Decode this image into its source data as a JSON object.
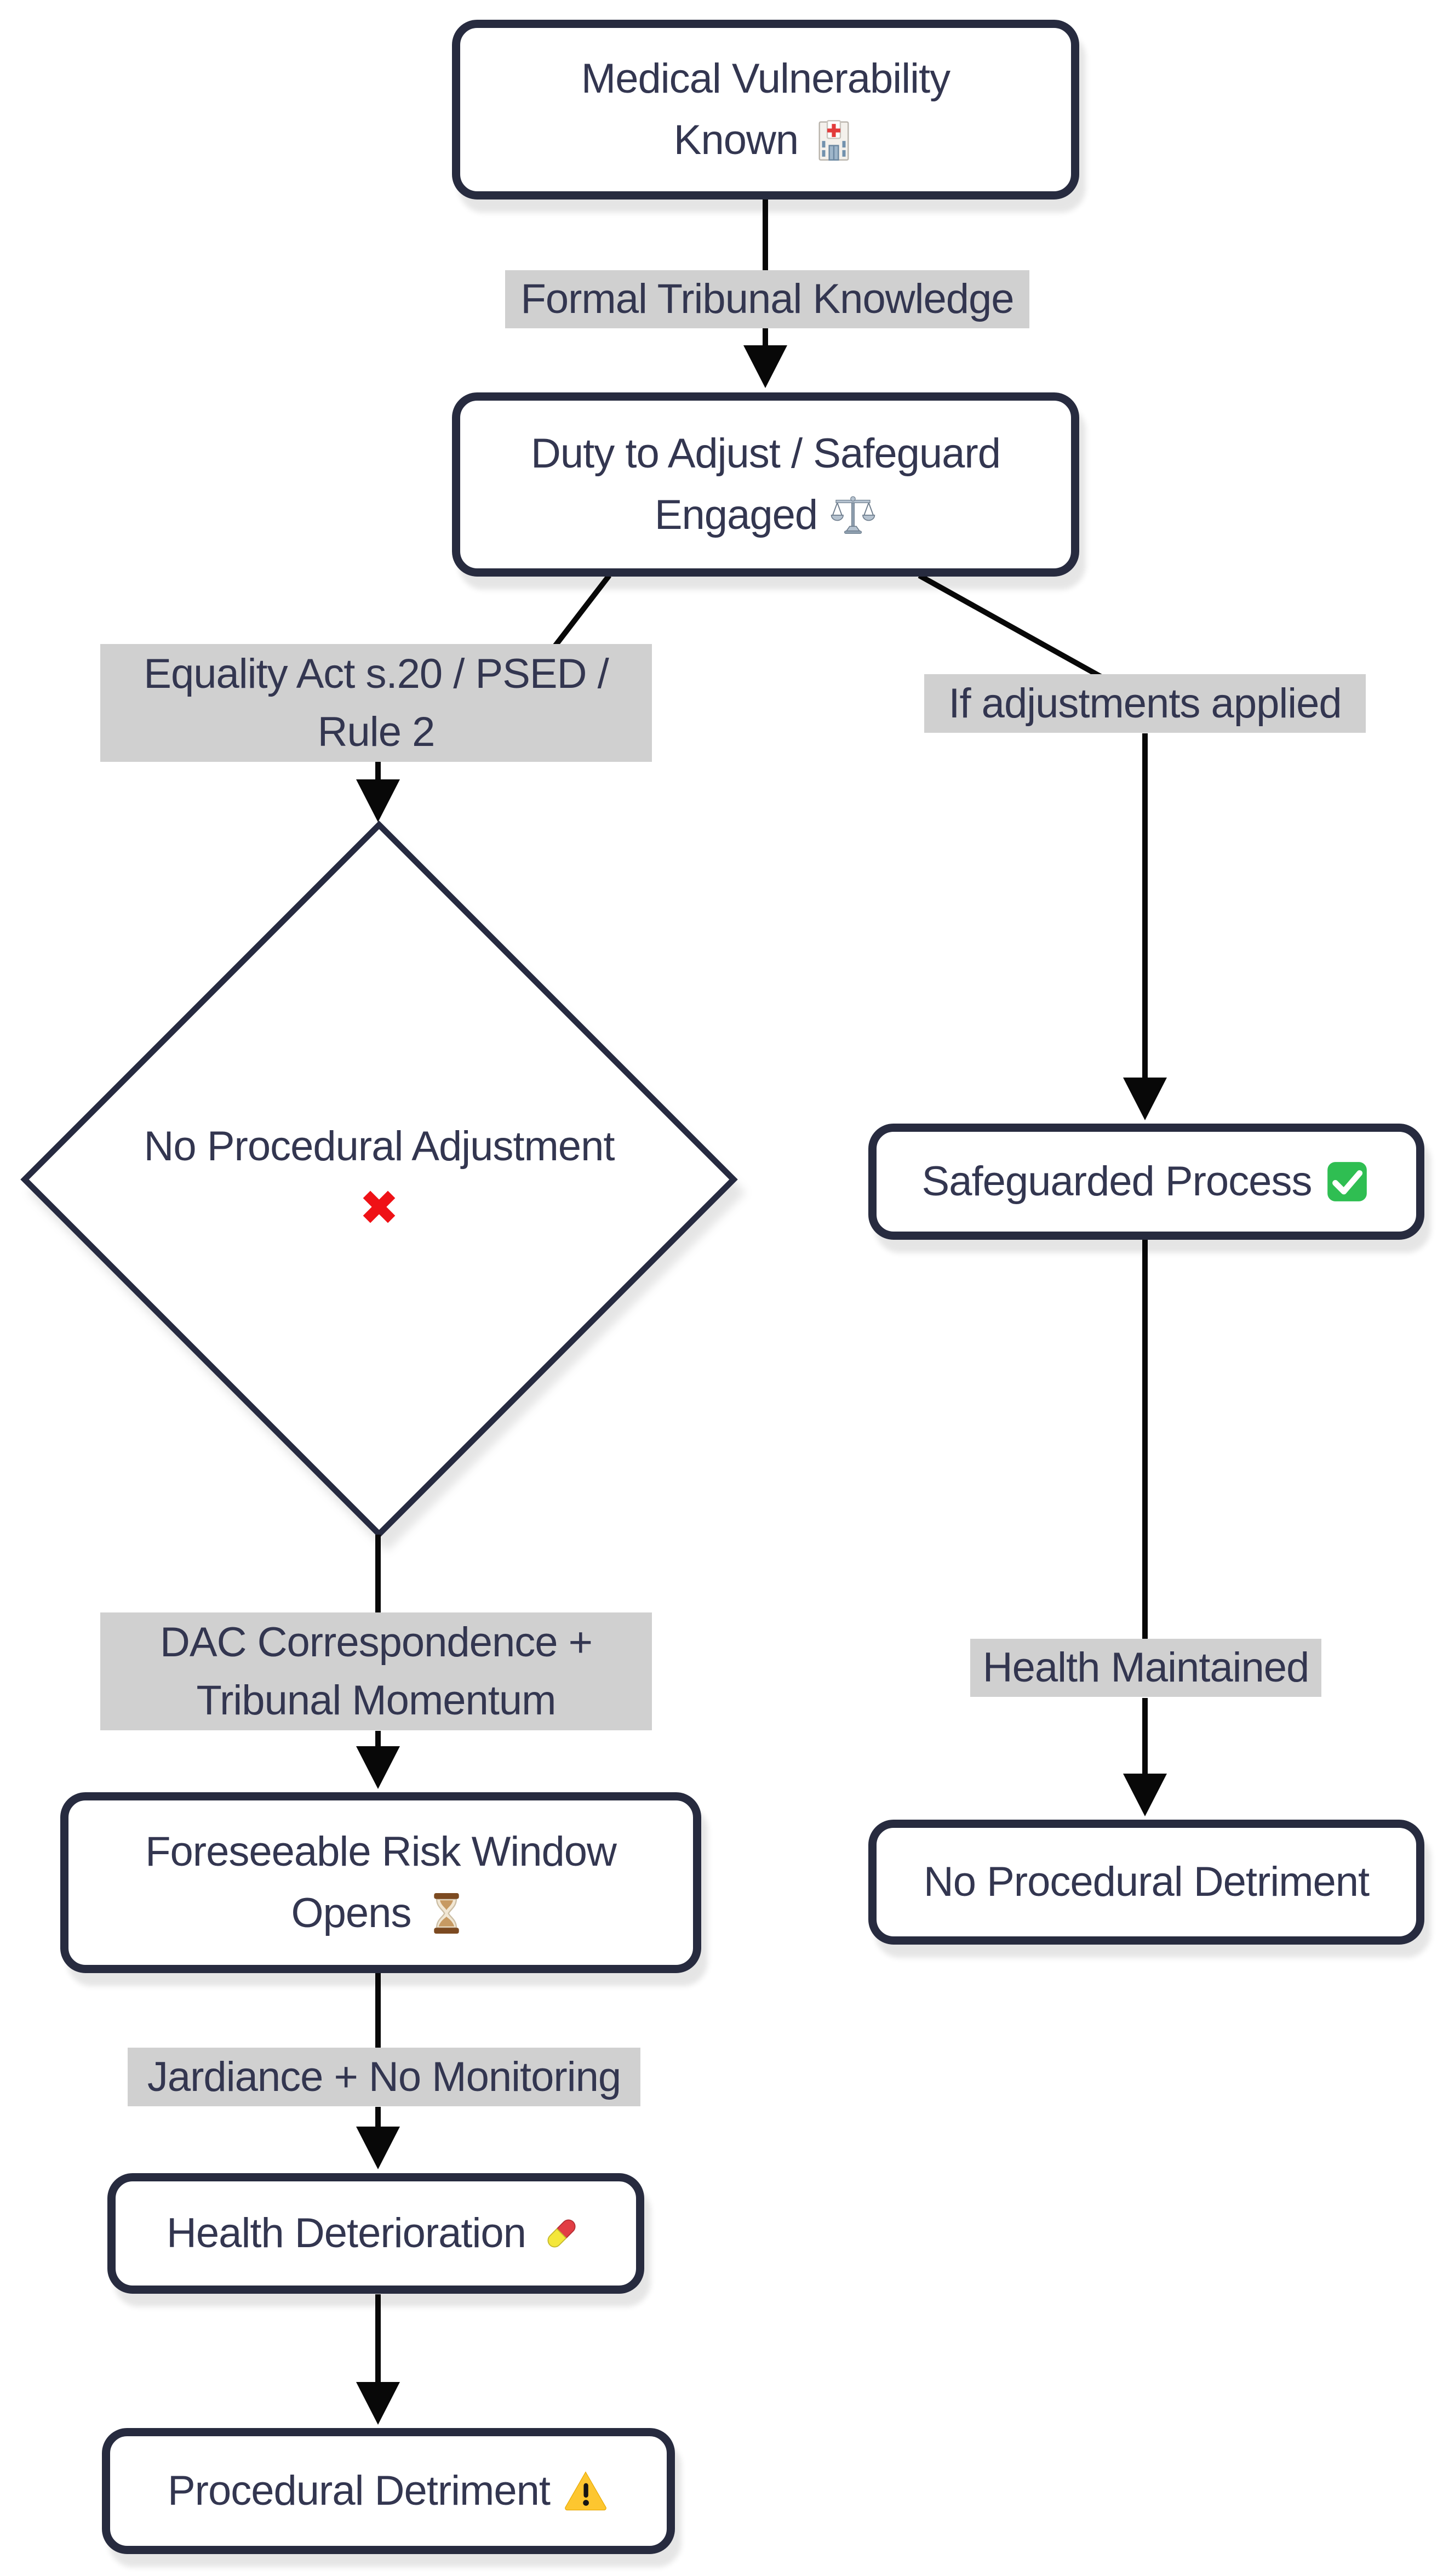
{
  "diagram": {
    "type": "flowchart",
    "colors": {
      "background": "#ffffff",
      "node_border": "#272b3f",
      "node_fill": "#ffffff",
      "text": "#333650",
      "edge_label_bg": "#d0d0d0",
      "arrow": "#080808",
      "cross_red": "#ef1116",
      "check_green": "#2fbe52",
      "warning_yellow": "#fdc62f"
    },
    "icons": {
      "hospital": "🏥",
      "scales": "⚖️",
      "check": "✅",
      "hourglass": "⏳",
      "pill": "💊",
      "warning": "⚠️",
      "cross_mark": "❌"
    },
    "nodes": {
      "medical": {
        "line1": "Medical Vulnerability",
        "line2": "Known",
        "icon": "hospital-icon",
        "shape": "rounded-rect"
      },
      "duty": {
        "line1": "Duty to Adjust / Safeguard",
        "line2": "Engaged",
        "icon": "scales-icon",
        "shape": "rounded-rect"
      },
      "no_adjustment": {
        "line1": "No Procedural Adjustment",
        "icon": "cross-mark-icon",
        "shape": "diamond"
      },
      "safeguarded": {
        "line1": "Safeguarded Process",
        "icon": "check-icon",
        "shape": "rounded-rect"
      },
      "risk_window": {
        "line1": "Foreseeable Risk Window",
        "line2": "Opens",
        "icon": "hourglass-icon",
        "shape": "rounded-rect"
      },
      "deterioration": {
        "line1": "Health Deterioration",
        "icon": "pill-icon",
        "shape": "rounded-rect"
      },
      "detriment": {
        "line1": "Procedural Detriment",
        "icon": "warning-icon",
        "shape": "rounded-rect"
      },
      "no_detriment": {
        "line1": "No Procedural Detriment",
        "shape": "rounded-rect"
      }
    },
    "edge_labels": {
      "formal": "Formal Tribunal Knowledge",
      "equality_line1": "Equality Act s.20 / PSED /",
      "equality_line2": "Rule 2",
      "if_applied": "If adjustments applied",
      "dac_line1": "DAC Correspondence +",
      "dac_line2": "Tribunal Momentum",
      "jardiance": "Jardiance + No Monitoring",
      "health_maintained": "Health Maintained"
    },
    "edges": [
      {
        "from": "medical",
        "to": "duty",
        "label": "Formal Tribunal Knowledge"
      },
      {
        "from": "duty",
        "to": "no_adjustment",
        "label": "Equality Act s.20 / PSED / Rule 2"
      },
      {
        "from": "duty",
        "to": "safeguarded",
        "label": "If adjustments applied"
      },
      {
        "from": "no_adjustment",
        "to": "risk_window",
        "label": "DAC Correspondence + Tribunal Momentum"
      },
      {
        "from": "risk_window",
        "to": "deterioration",
        "label": "Jardiance + No Monitoring"
      },
      {
        "from": "deterioration",
        "to": "detriment",
        "label": ""
      },
      {
        "from": "safeguarded",
        "to": "no_detriment",
        "label": "Health Maintained"
      }
    ]
  }
}
